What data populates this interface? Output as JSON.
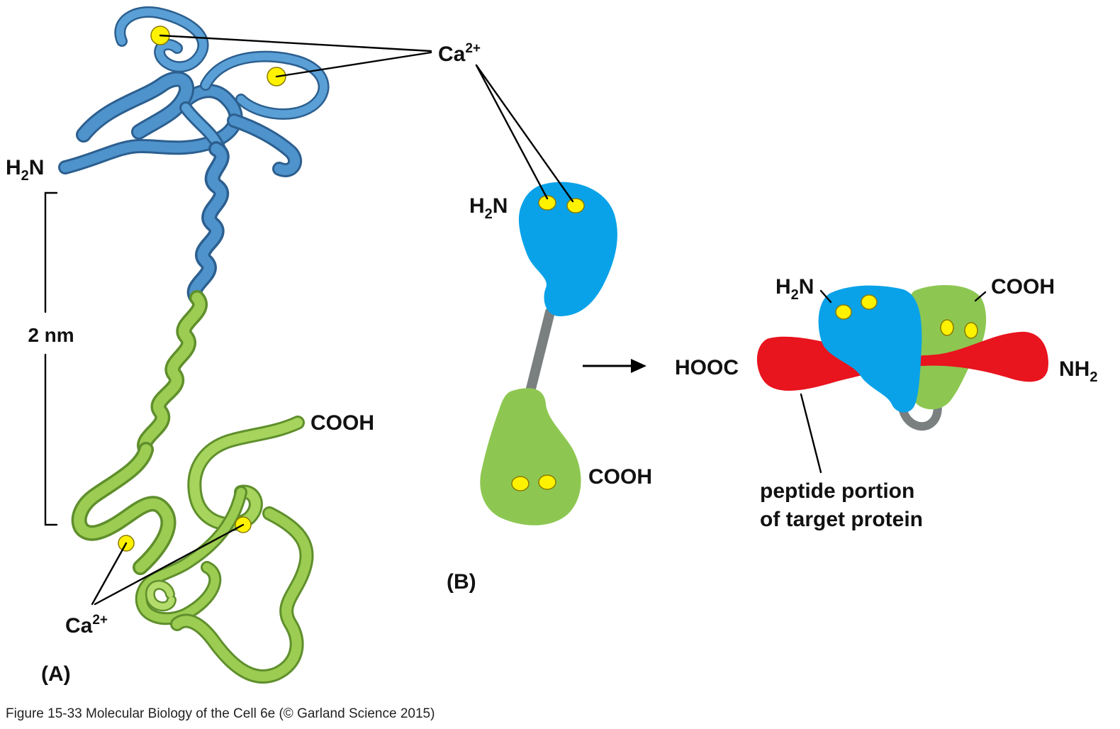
{
  "colors": {
    "n_lobe": "#09a2e8",
    "c_lobe": "#8dc751",
    "target_peptide": "#e8141e",
    "linker": "#7a7f80",
    "calcium": "#fff200",
    "ribbon_blue": "#4f93cc",
    "ribbon_green": "#9ccc52"
  },
  "panel_a": {
    "label": "(A)",
    "ca_top": {
      "base": "Ca",
      "sup": "2+"
    },
    "ca_bottom": {
      "base": "Ca",
      "sup": "2+"
    },
    "n_terminus": {
      "base": "H",
      "sub": "2",
      "tail": "N"
    },
    "c_terminus": "COOH",
    "scale_label": "2 nm"
  },
  "panel_b": {
    "label": "(B)",
    "free": {
      "n_terminus": {
        "base": "H",
        "sub": "2",
        "tail": "N"
      },
      "c_terminus": "COOH"
    },
    "bound": {
      "n_terminus": {
        "base": "H",
        "sub": "2",
        "tail": "N"
      },
      "c_terminus": "COOH",
      "peptide_left": "HOOC",
      "peptide_right": {
        "base": "NH",
        "sub": "2"
      },
      "peptide_caption": [
        "peptide portion",
        "of target protein"
      ]
    },
    "arrow_icon": "right-arrow-icon"
  },
  "caption": "Figure 15-33  Molecular Biology of the Cell 6e (© Garland Science 2015)"
}
